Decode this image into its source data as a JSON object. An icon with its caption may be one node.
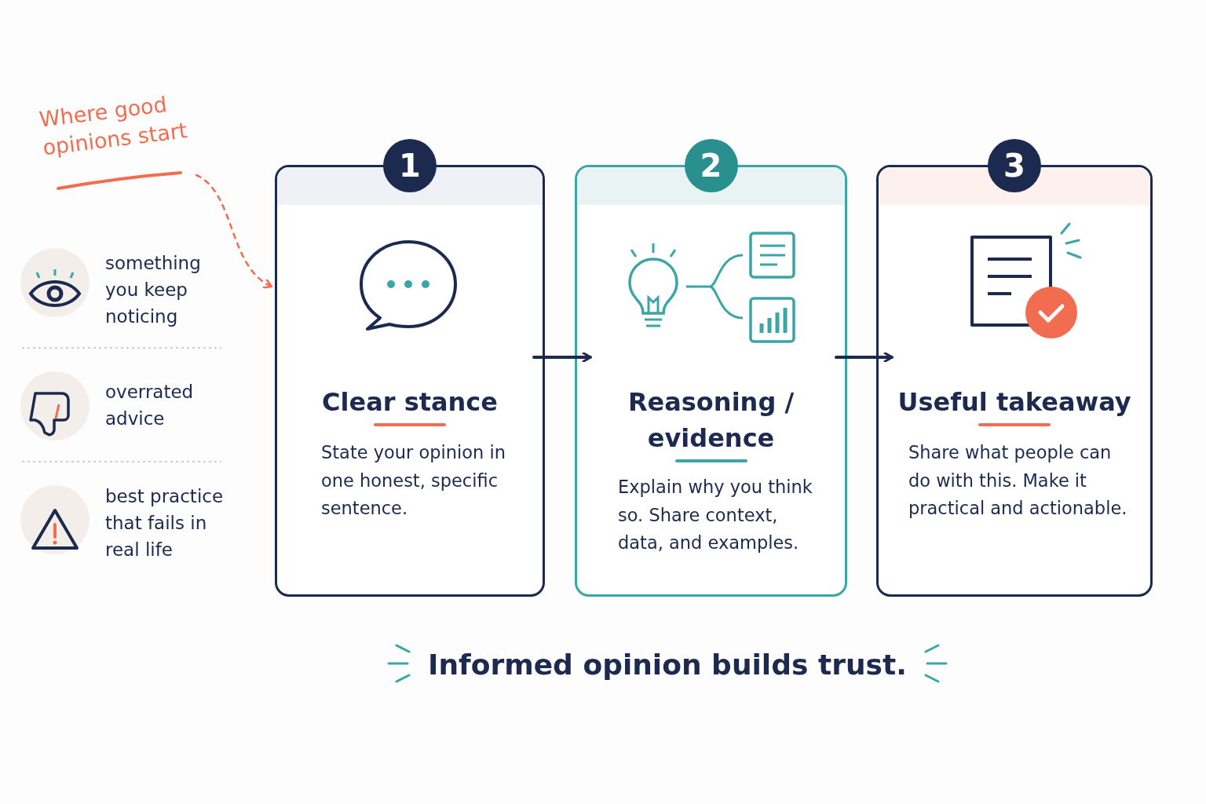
{
  "diagram": {
    "caption": "Informed opinion builds trust.",
    "nodes": [
      {
        "text": [
          "Where good opinions start"
        ]
      },
      {
        "text": [
          "1",
          "Clear stance",
          "State your opinion in one honest, specific sentence."
        ]
      },
      {
        "text": [
          "2",
          "Reasoning / evidence",
          "Explain why you think so. Share context, data, and examples."
        ]
      },
      {
        "text": [
          "3",
          "Useful takeaway",
          "Share what people can do with this. Make it practical and actionable."
        ]
      }
    ],
    "edges": [
      {
        "from": 0,
        "to": 1,
        "arrow": "to",
        "style": "dashed",
        "color": "#f26d50"
      },
      {
        "from": 1,
        "to": 2,
        "arrow": "to"
      },
      {
        "from": 2,
        "to": 3,
        "arrow": "to"
      }
    ],
    "labels": [
      "something you keep noticing",
      "overrated advice",
      "best practice that fails in real life"
    ]
  }
}
